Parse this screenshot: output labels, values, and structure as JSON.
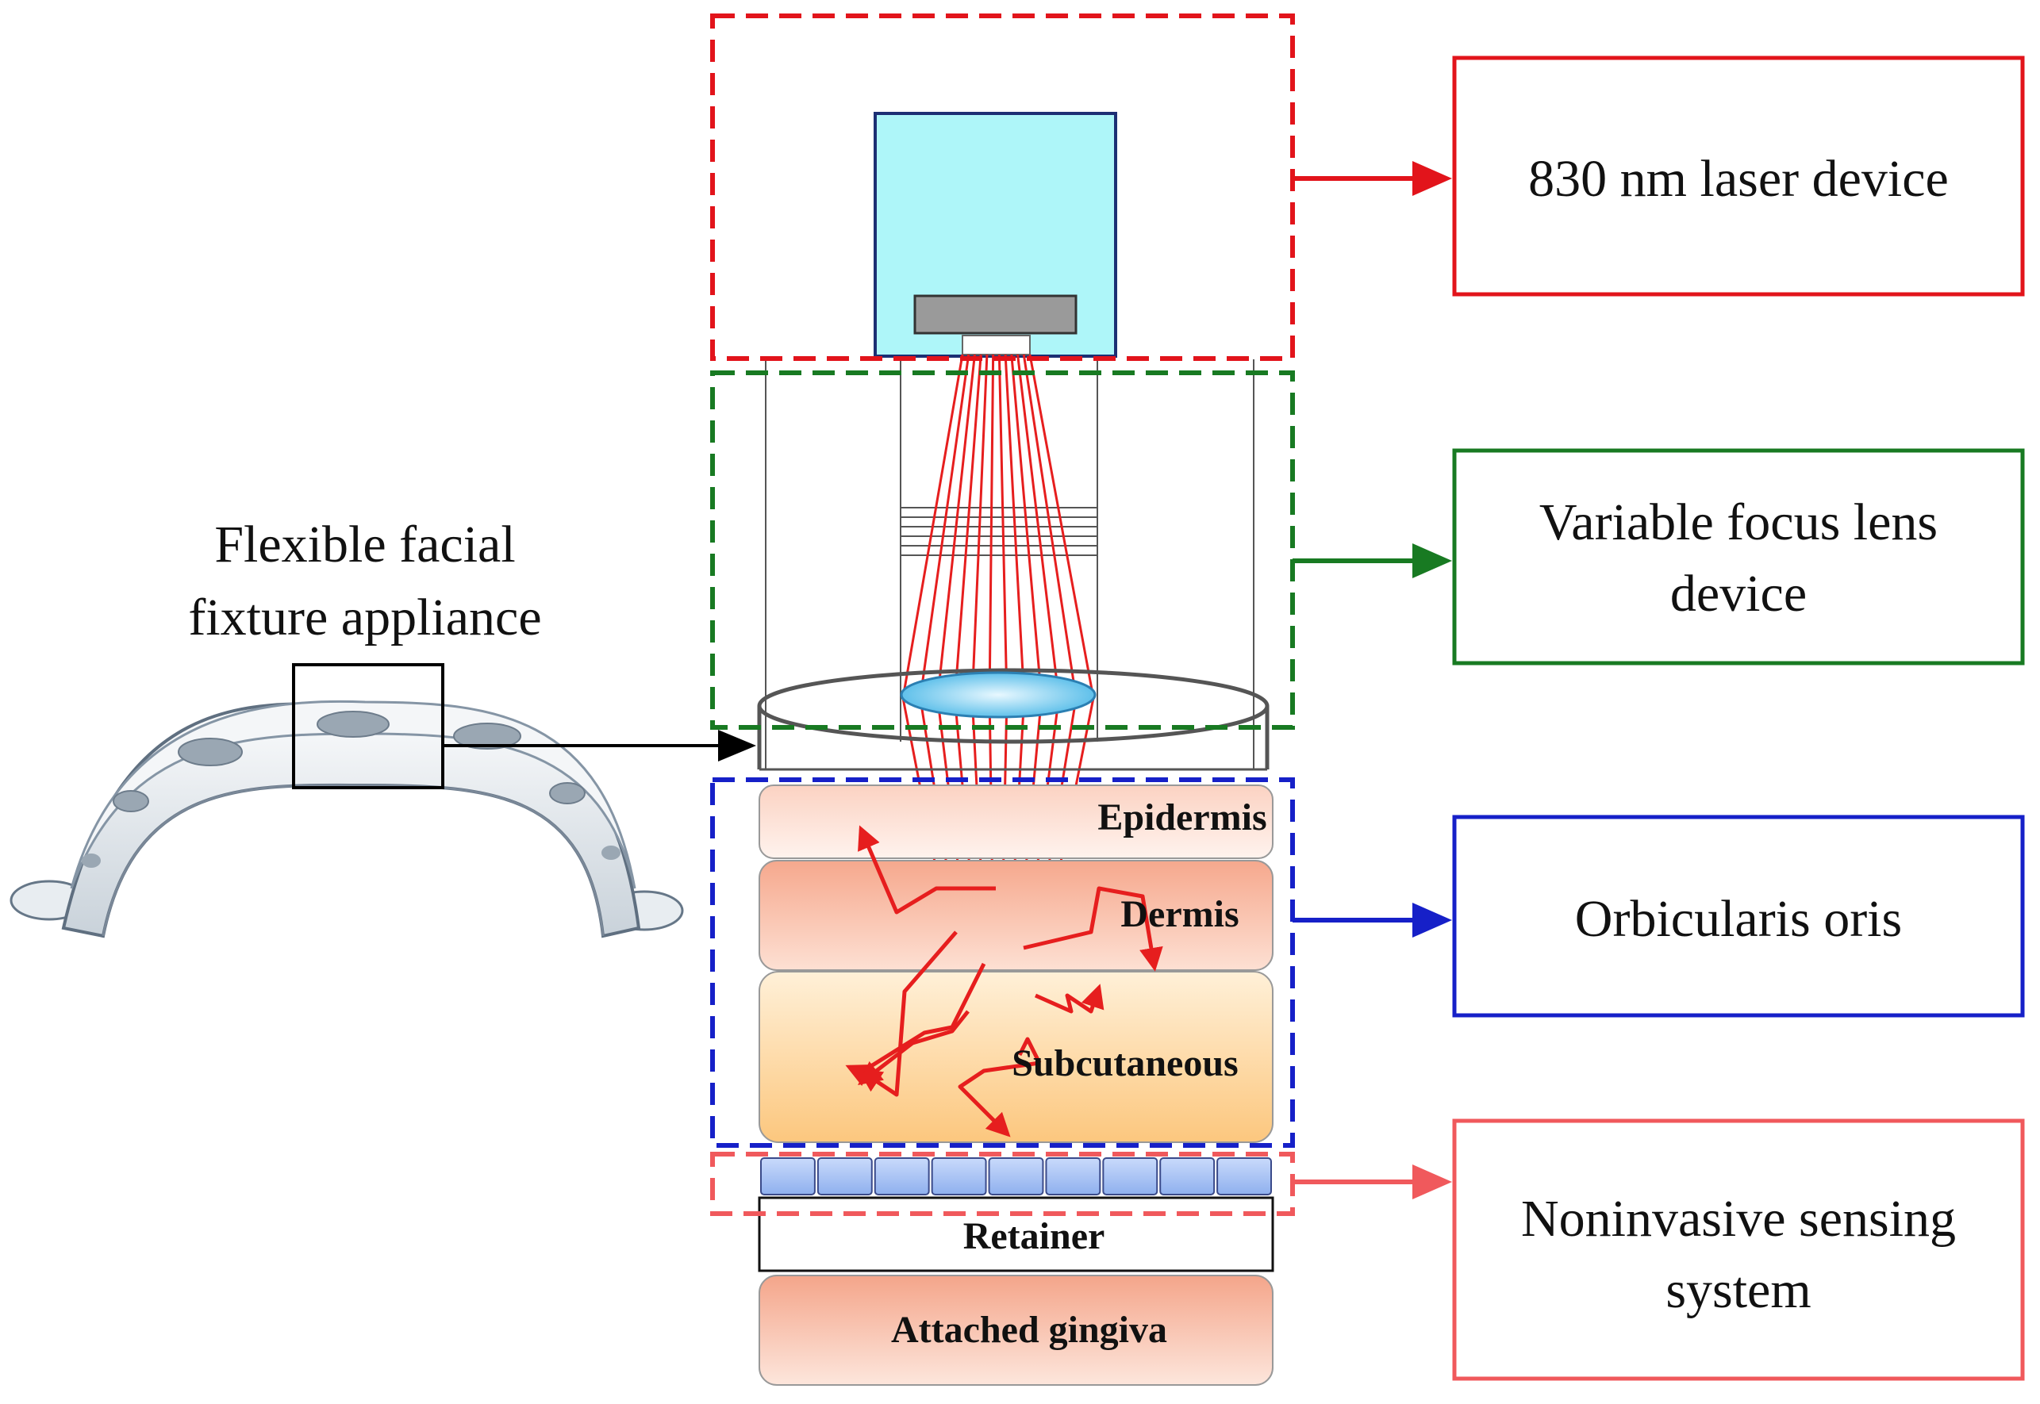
{
  "callouts": {
    "laser": {
      "label": "830 nm laser device",
      "color": "#e2141b"
    },
    "lens": {
      "line1": "Variable focus  lens",
      "line2": "device",
      "color": "#187a22"
    },
    "muscle": {
      "label": "Orbicularis oris",
      "color": "#1620c8"
    },
    "sensing": {
      "line1": "Noninvasive sensing",
      "line2": "system",
      "color": "#f0595c"
    }
  },
  "appliance": {
    "line1": "Flexible facial",
    "line2": "fixture appliance"
  },
  "layers": {
    "epidermis": "Epidermis",
    "dermis": "Dermis",
    "subcutaneous": "Subcutaneous",
    "retainer": "Retainer",
    "gingiva": "Attached gingiva"
  },
  "colors": {
    "laser_housing": "#aef6f9",
    "beam": "#e61e1e",
    "lens": "#6ec8ee",
    "epidermis": "#fde3d8",
    "dermis": "#f8b9a0",
    "subcutaneous": "#fbd59a",
    "sensor": "#a9c3f5",
    "gingiva": "#f6b7a0"
  }
}
